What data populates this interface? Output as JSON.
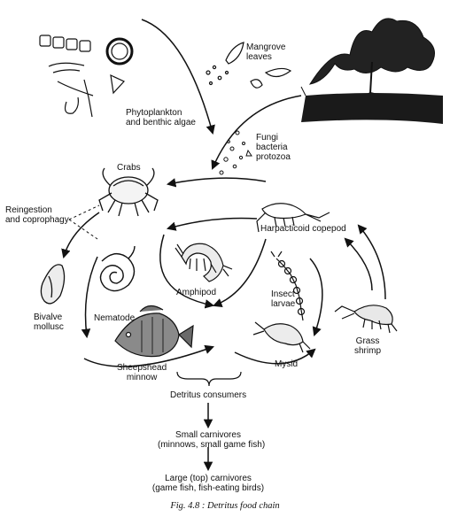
{
  "labels": {
    "phytoplankton": [
      "Phytoplankton",
      "and benthic algae"
    ],
    "mangrove": [
      "Mangrove",
      "leaves"
    ],
    "fungi": [
      "Fungi",
      "bacteria",
      "protozoa"
    ],
    "crabs": "Crabs",
    "reingestion": [
      "Reingestion",
      "and coprophagy"
    ],
    "harpacticoid": "Harpacticoid copepod",
    "amphipod": "Amphipod",
    "insect": [
      "Insect",
      "larvae"
    ],
    "bivalve": [
      "Bivalve",
      "mollusc"
    ],
    "nematode": "Nematode",
    "grass_shrimp": [
      "Grass",
      "shrimp"
    ],
    "sheepshead": [
      "Sheepshead",
      "minnow"
    ],
    "mysid": "Mysid",
    "detritus_consumers": "Detritus consumers",
    "small_carnivores": [
      "Small carnivores",
      "(minnows, small game fish)"
    ],
    "large_carnivores": [
      "Large (top) carnivores",
      "(game fish, fish-eating birds)"
    ]
  },
  "caption": "Fig. 4.8 : Detritus food chain"
}
